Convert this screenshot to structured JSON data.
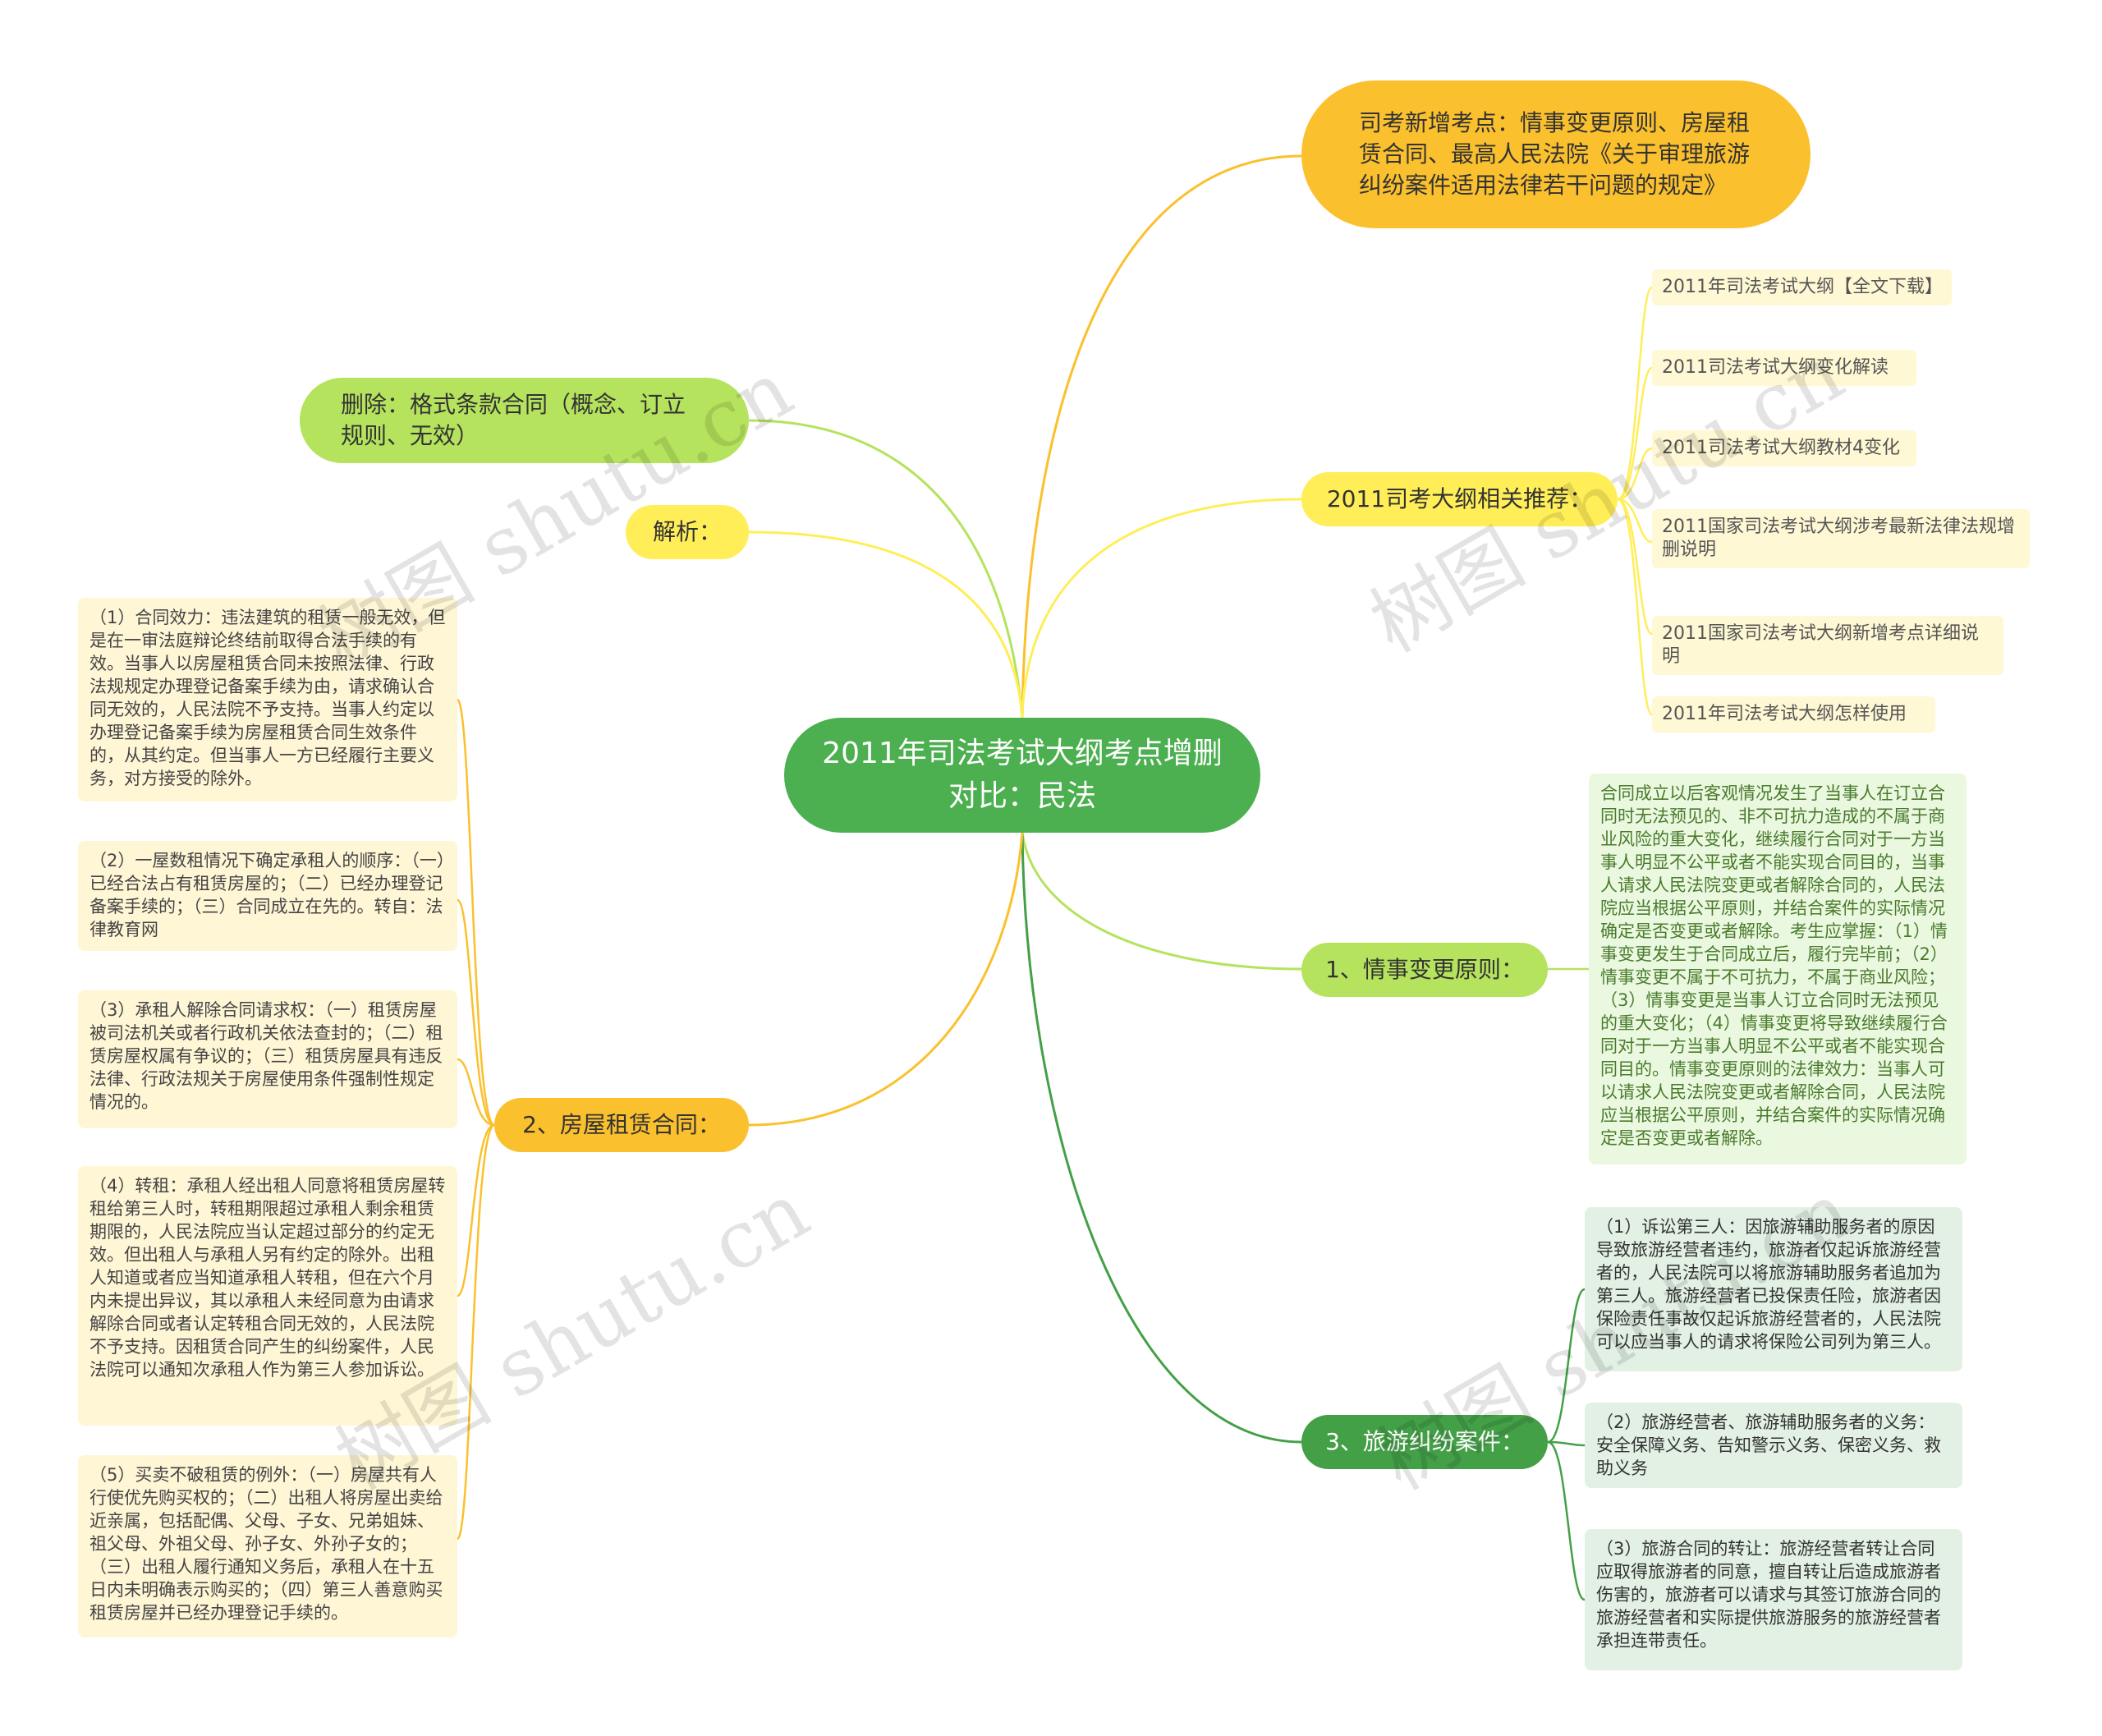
{
  "root": {
    "title": "2011年司法考试大纲考点增删对比：民法"
  },
  "branches": {
    "new_points": {
      "label": "司考新增考点：情事变更原则、房屋租赁合同、最高人民法院《关于审理旅游纠纷案件适用法律若干问题的规定》"
    },
    "recommend": {
      "label": "2011司考大纲相关推荐：",
      "links": [
        "2011年司法考试大纲【全文下载】",
        "2011司法考试大纲变化解读",
        "2011司法考试大纲教材4变化",
        "2011国家司法考试大纲涉考最新法律法规增删说明",
        "2011国家司法考试大纲新增考点详细说明",
        "2011年司法考试大纲怎样使用"
      ]
    },
    "change": {
      "label": "1、情事变更原则：",
      "detail": "合同成立以后客观情况发生了当事人在订立合同时无法预见的、非不可抗力造成的不属于商业风险的重大变化，继续履行合同对于一方当事人明显不公平或者不能实现合同目的，当事人请求人民法院变更或者解除合同的，人民法院应当根据公平原则，并结合案件的实际情况确定是否变更或者解除。考生应掌握：（1）情事变更发生于合同成立后，履行完毕前；（2）情事变更不属于不可抗力，不属于商业风险；（3）情事变更是当事人订立合同时无法预见的重大变化；（4）情事变更将导致继续履行合同对于一方当事人明显不公平或者不能实现合同目的。情事变更原则的法律效力：当事人可以请求人民法院变更或者解除合同，人民法院应当根据公平原则，并结合案件的实际情况确定是否变更或者解除。"
    },
    "tourism": {
      "label": "3、旅游纠纷案件：",
      "items": [
        "（1）诉讼第三人：因旅游辅助服务者的原因导致旅游经营者违约，旅游者仅起诉旅游经营者的，人民法院可以将旅游辅助服务者追加为第三人。旅游经营者已投保责任险，旅游者因保险责任事故仅起诉旅游经营者的，人民法院可以应当事人的请求将保险公司列为第三人。",
        "（2）旅游经营者、旅游辅助服务者的义务：安全保障义务、告知警示义务、保密义务、救助义务",
        "（3）旅游合同的转让：旅游经营者转让合同应取得旅游者的同意，擅自转让后造成旅游者伤害的，旅游者可以请求与其签订旅游合同的旅游经营者和实际提供旅游服务的旅游经营者承担连带责任。"
      ]
    },
    "delete": {
      "label": "删除：格式条款合同（概念、订立规则、无效）"
    },
    "analysis": {
      "label": "解析："
    },
    "lease": {
      "label": "2、房屋租赁合同：",
      "items": [
        "（1）合同效力：违法建筑的租赁一般无效，但是在一审法庭辩论终结前取得合法手续的有效。当事人以房屋租赁合同未按照法律、行政法规规定办理登记备案手续为由，请求确认合同无效的，人民法院不予支持。当事人约定以办理登记备案手续为房屋租赁合同生效条件的，从其约定。但当事人一方已经履行主要义务，对方接受的除外。",
        "（2）一屋数租情况下确定承租人的顺序：（一）已经合法占有租赁房屋的；（二）已经办理登记备案手续的；（三）合同成立在先的。转自：法律教育网",
        "（3）承租人解除合同请求权：（一）租赁房屋被司法机关或者行政机关依法查封的；（二）租赁房屋权属有争议的；（三）租赁房屋具有违反法律、行政法规关于房屋使用条件强制性规定情况的。",
        "（4）转租：承租人经出租人同意将租赁房屋转租给第三人时，转租期限超过承租人剩余租赁期限的，人民法院应当认定超过部分的约定无效。但出租人与承租人另有约定的除外。出租人知道或者应当知道承租人转租，但在六个月内未提出异议，其以承租人未经同意为由请求解除合同或者认定转租合同无效的，人民法院不予支持。因租赁合同产生的纠纷案件，人民法院可以通知次承租人作为第三人参加诉讼。",
        "（5）买卖不破租赁的例外：（一）房屋共有人行使优先购买权的；（二）出租人将房屋出卖给近亲属，包括配偶、父母、子女、兄弟姐妹、祖父母、外祖父母、孙子女、外孙子女的；（三）出租人履行通知义务后，承租人在十五日内未明确表示购买的；（四）第三人善意购买租赁房屋并已经办理登记手续的。"
      ]
    }
  },
  "watermark": "树图 shutu.cn",
  "colors": {
    "root": "#4caf50",
    "orange": "#fbc02d",
    "yellow": "#ffee58",
    "lime": "#b5e35d",
    "green": "#43a047",
    "leaf": "#fff8d4"
  }
}
